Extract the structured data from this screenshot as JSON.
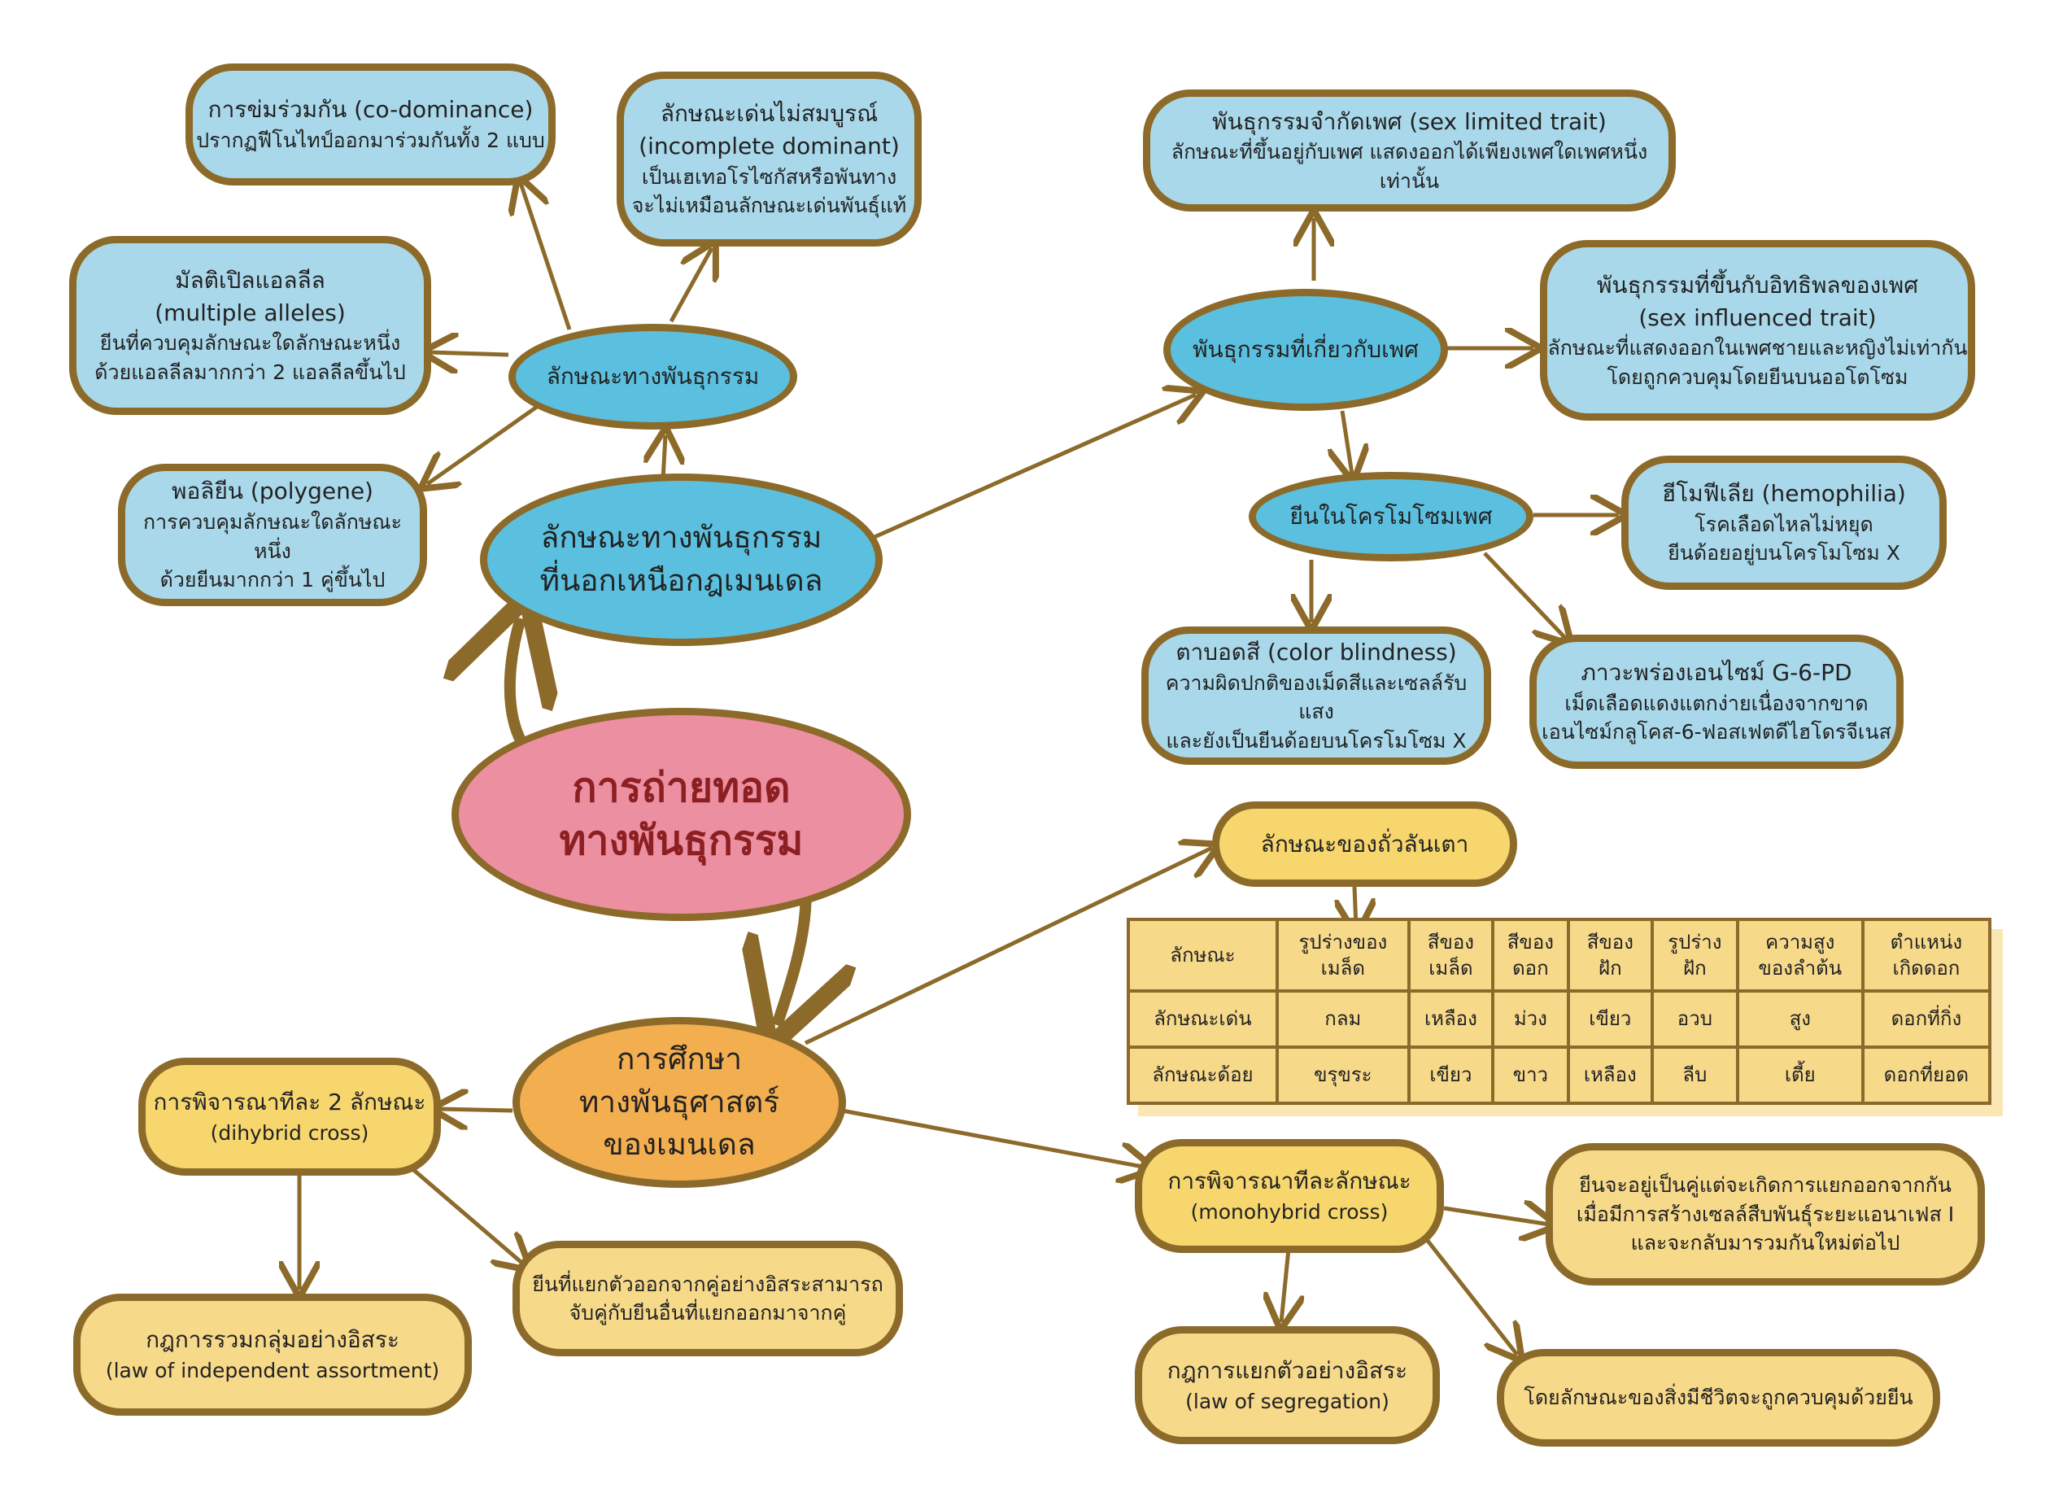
{
  "center": {
    "line1": "การถ่ายทอด",
    "line2": "ทางพันธุกรรม"
  },
  "non_mendel": {
    "title_line1": "ลักษณะทางพันธุกรรม",
    "title_line2": "ที่นอกเหนือกฎเมนเดล",
    "genetic_traits": "ลักษณะทางพันธุกรรม",
    "codominance": {
      "l1": "การข่มร่วมกัน (co-dominance)",
      "l2": "ปรากฏฟีโนไทป์ออกมาร่วมกันทั้ง 2 แบบ"
    },
    "incomplete": {
      "l1": "ลักษณะเด่นไม่สมบูรณ์",
      "l2": "(incomplete dominant)",
      "l3": "เป็นเฮเทอโรไซกัสหรือพันทาง",
      "l4": "จะไม่เหมือนลักษณะเด่นพันธุ์แท้"
    },
    "multiple": {
      "l1": "มัลติเปิลแอลลีล",
      "l2": "(multiple alleles)",
      "l3": "ยีนที่ควบคุมลักษณะใดลักษณะหนึ่ง",
      "l4": "ด้วยแอลลีลมากกว่า 2 แอลลีลขึ้นไป"
    },
    "polygene": {
      "l1": "พอลิยีน (polygene)",
      "l2": "การควบคุมลักษณะใดลักษณะหนึ่ง",
      "l3": "ด้วยยีนมากกว่า 1 คู่ขึ้นไป"
    }
  },
  "sex": {
    "hub": "พันธุกรรมที่เกี่ยวกับเพศ",
    "limited": {
      "l1": "พันธุกรรมจำกัดเพศ (sex limited trait)",
      "l2": "ลักษณะที่ขึ้นอยู่กับเพศ แสดงออกได้เพียงเพศใดเพศหนึ่งเท่านั้น"
    },
    "influenced": {
      "l1": "พันธุกรรมที่ขึ้นกับอิทธิพลของเพศ",
      "l2": "(sex influenced trait)",
      "l3": "ลักษณะที่แสดงออกในเพศชายและหญิงไม่เท่ากัน",
      "l4": "โดยถูกควบคุมโดยยีนบนออโตโซม"
    },
    "chromosome": "ยีนในโครโมโซมเพศ",
    "hemophilia": {
      "l1": "ฮีโมฟีเลีย (hemophilia)",
      "l2": "โรคเลือดไหลไม่หยุด",
      "l3": "ยีนด้อยอยู่บนโครโมโซม X"
    },
    "colorblind": {
      "l1": "ตาบอดสี (color blindness)",
      "l2": "ความผิดปกติของเม็ดสีและเซลล์รับแสง",
      "l3": "และยังเป็นยีนด้อยบนโครโมโซม X"
    },
    "g6pd": {
      "l1": "ภาวะพร่องเอนไซม์ G-6-PD",
      "l2": "เม็ดเลือดแดงแตกง่ายเนื่องจากขาด",
      "l3": "เอนไซม์กลูโคส-6-ฟอสเฟตดีไฮโดรจีเนส"
    }
  },
  "mendel": {
    "hub_l1": "การศึกษา",
    "hub_l2": "ทางพันธุศาสตร์",
    "hub_l3": "ของเมนเดล",
    "pea": "ลักษณะของถั่วลันเตา",
    "table": {
      "header": [
        "ลักษณะ",
        "รูปร่างของ|เมล็ด",
        "สีของ|เมล็ด",
        "สีของ|ดอก",
        "สีของ|ฝัก",
        "รูปร่าง|ฝัก",
        "ความสูง|ของลำต้น",
        "ตำแหน่ง|เกิดดอก"
      ],
      "dominant": [
        "ลักษณะเด่น",
        "กลม",
        "เหลือง",
        "ม่วง",
        "เขียว",
        "อวบ",
        "สูง",
        "ดอกที่กิ่ง"
      ],
      "recessive": [
        "ลักษณะด้อย",
        "ขรุขระ",
        "เขียว",
        "ขาว",
        "เหลือง",
        "ลีบ",
        "เตี้ย",
        "ดอกที่ยอด"
      ]
    },
    "dihybrid": {
      "l1": "การพิจารณาทีละ 2 ลักษณะ",
      "l2": "(dihybrid cross)"
    },
    "independent": {
      "l1": "กฎการรวมกลุ่มอย่างอิสระ",
      "l2": "(law of independent assortment)"
    },
    "independent_desc": {
      "l1": "ยีนที่แยกตัวออกจากคู่อย่างอิสระสามารถ",
      "l2": "จับคู่กับยีนอื่นที่แยกออกมาจากคู่"
    },
    "monohybrid": {
      "l1": "การพิจารณาทีละลักษณะ",
      "l2": "(monohybrid cross)"
    },
    "separation_desc": {
      "l1": "ยีนจะอยู่เป็นคู่แต่จะเกิดการแยกออกจากกัน",
      "l2": "เมื่อมีการสร้างเซลล์สืบพันธุ์ระยะแอนาเฟส I",
      "l3": "และจะกลับมารวมกันใหม่ต่อไป"
    },
    "segregation": {
      "l1": "กฎการแยกตัวอย่างอิสระ",
      "l2": "(law of segregation)"
    },
    "control": "โดยลักษณะของสิ่งมีชีวิตจะถูกควบคุมด้วยยีน"
  },
  "colors": {
    "blue_dark": "#5bc0e0",
    "blue_light": "#a9d8ea",
    "yellow": "#f7d98a",
    "yellow_hub": "#f6d66d",
    "pink": "#ec8fa0",
    "orange": "#f3ae4f",
    "outline": "#8c6a2a"
  }
}
